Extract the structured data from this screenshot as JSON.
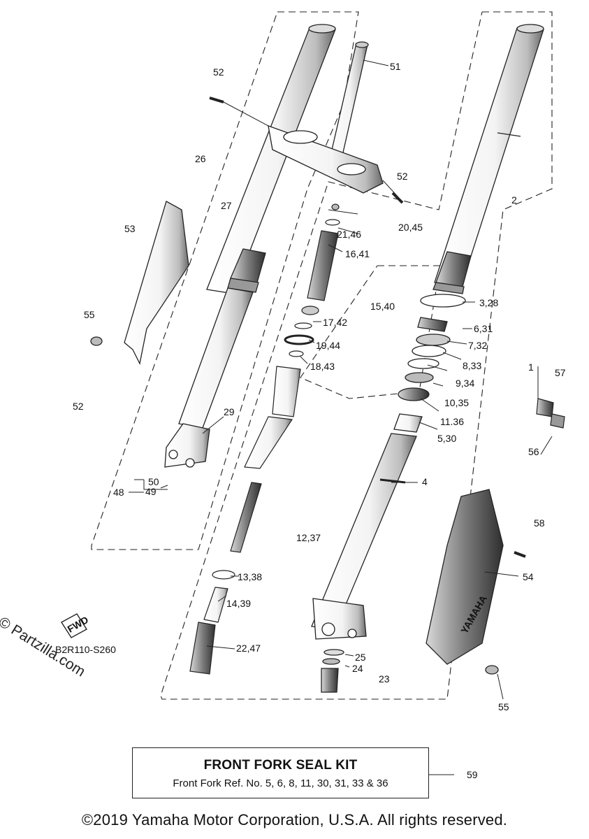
{
  "diagram": {
    "part_labels": [
      {
        "id": "52a",
        "text": "52"
      },
      {
        "id": "51",
        "text": "51"
      },
      {
        "id": "26",
        "text": "26"
      },
      {
        "id": "52b",
        "text": "52"
      },
      {
        "id": "2",
        "text": "2"
      },
      {
        "id": "27",
        "text": "27"
      },
      {
        "id": "20_45",
        "text": "20,45"
      },
      {
        "id": "21_46",
        "text": "21,46"
      },
      {
        "id": "53",
        "text": "53"
      },
      {
        "id": "16_41",
        "text": "16,41"
      },
      {
        "id": "15_40",
        "text": "15,40"
      },
      {
        "id": "3_28",
        "text": "3,28"
      },
      {
        "id": "55a",
        "text": "55"
      },
      {
        "id": "17_42",
        "text": "17,42"
      },
      {
        "id": "6_31",
        "text": "6,31"
      },
      {
        "id": "19_44",
        "text": "19,44"
      },
      {
        "id": "7_32",
        "text": "7,32"
      },
      {
        "id": "18_43",
        "text": "18,43"
      },
      {
        "id": "8_33",
        "text": "8,33"
      },
      {
        "id": "1",
        "text": "1"
      },
      {
        "id": "57",
        "text": "57"
      },
      {
        "id": "9_34",
        "text": "9,34"
      },
      {
        "id": "10_35",
        "text": "10,35"
      },
      {
        "id": "52c",
        "text": "52"
      },
      {
        "id": "29",
        "text": "29"
      },
      {
        "id": "11_36",
        "text": "11.36"
      },
      {
        "id": "5_30",
        "text": "5,30"
      },
      {
        "id": "56",
        "text": "56"
      },
      {
        "id": "50",
        "text": "50"
      },
      {
        "id": "4",
        "text": "4"
      },
      {
        "id": "48",
        "text": "48"
      },
      {
        "id": "49",
        "text": "49"
      },
      {
        "id": "58",
        "text": "58"
      },
      {
        "id": "12_37",
        "text": "12,37"
      },
      {
        "id": "54",
        "text": "54"
      },
      {
        "id": "13_38",
        "text": "13,38"
      },
      {
        "id": "14_39",
        "text": "14,39"
      },
      {
        "id": "22_47",
        "text": "22,47"
      },
      {
        "id": "25",
        "text": "25"
      },
      {
        "id": "24",
        "text": "24"
      },
      {
        "id": "23",
        "text": "23"
      },
      {
        "id": "55b",
        "text": "55"
      },
      {
        "id": "59",
        "text": "59"
      }
    ],
    "fwd_label": "FWD",
    "guard_brand": "YAMAHA",
    "diagram_code": "B2R110-S260"
  },
  "watermark": "© Partzilla.com",
  "caption": {
    "title": "FRONT FORK SEAL KIT",
    "subtitle": "Front Fork Ref. No. 5, 6, 8, 11, 30, 31, 33 & 36"
  },
  "copyright": "©2019 Yamaha Motor Corporation, U.S.A. All rights reserved."
}
